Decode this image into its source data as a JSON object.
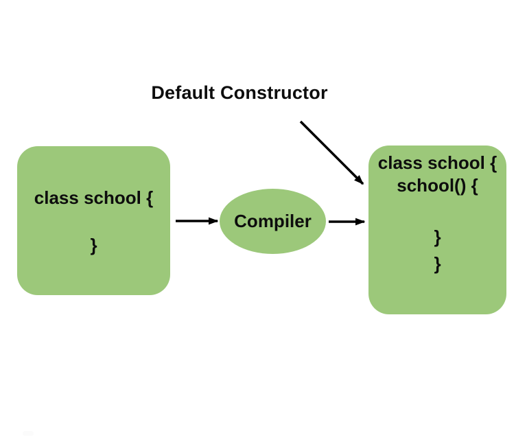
{
  "title": "Default Constructor",
  "left_class_box": {
    "line1": "class school {",
    "line2": "}"
  },
  "compiler_node": {
    "label": "Compiler"
  },
  "right_class_box": {
    "lines": [
      "class school {",
      "school() {",
      "}",
      "}"
    ]
  },
  "colors": {
    "node_fill": "#9CC87A",
    "text": "#0D0D0D",
    "arrow": "#000000",
    "background": "#FFFFFF"
  }
}
